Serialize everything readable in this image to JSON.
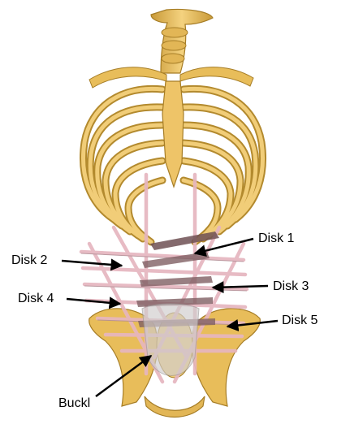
{
  "labels": {
    "disk_1": "Disk 1",
    "disk_2": "Disk 2",
    "disk_3": "Disk 3",
    "disk_4": "Disk 4",
    "disk_5": "Disk 5",
    "buckl": "Buckl"
  },
  "colors": {
    "bone": "#e8bd5a",
    "bone_light": "#f6d98c",
    "bone_shadow": "#b38a2e",
    "muscle": "#e9bcc4",
    "muscle_dark": "#a98289",
    "buckle": "#c9c6c6",
    "arrow": "#000000"
  }
}
